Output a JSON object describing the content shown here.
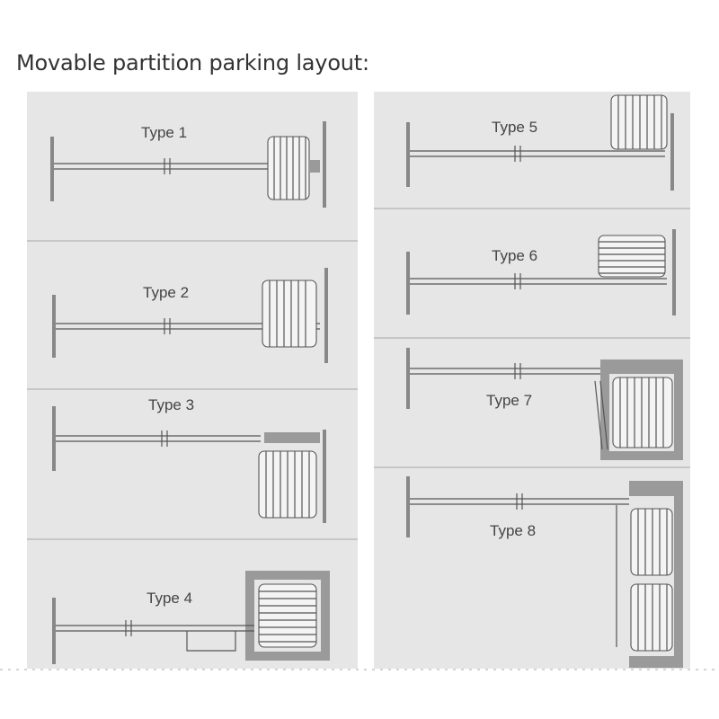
{
  "title": "Movable partition parking layout:",
  "types": [
    {
      "id": 1,
      "label": "Type 1"
    },
    {
      "id": 2,
      "label": "Type 2"
    },
    {
      "id": 3,
      "label": "Type 3"
    },
    {
      "id": 4,
      "label": "Type 4"
    },
    {
      "id": 5,
      "label": "Type 5"
    },
    {
      "id": 6,
      "label": "Type 6"
    },
    {
      "id": 7,
      "label": "Type 7"
    },
    {
      "id": 8,
      "label": "Type 8"
    }
  ],
  "colors": {
    "background": "#e6e6e6",
    "line": "#555555",
    "wall": "#888888"
  }
}
